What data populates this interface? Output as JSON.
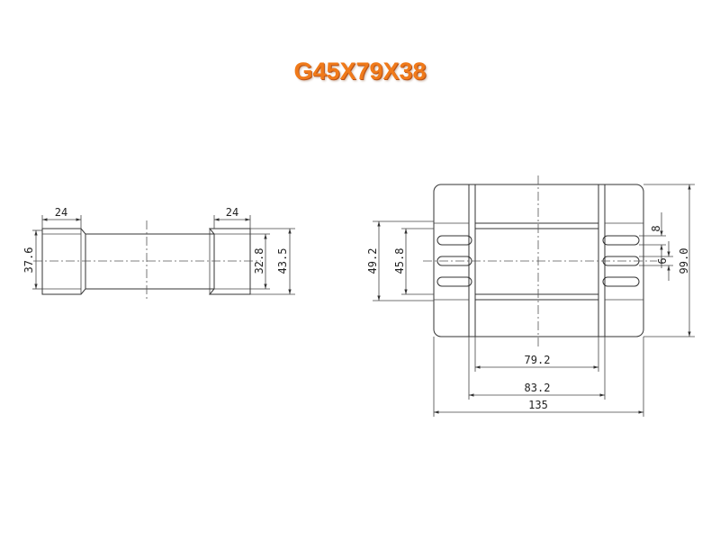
{
  "title": "G45X79X38",
  "colors": {
    "title": "#f07a1a",
    "line": "#333333",
    "background": "#ffffff"
  },
  "side_view": {
    "dims": {
      "width_left": "24",
      "width_right": "24",
      "height_outer": "37.6",
      "height_inner": "32.8",
      "height_total": "43.5"
    }
  },
  "front_view": {
    "dims": {
      "h_49": "49.2",
      "h_45": "45.8",
      "slot": "8",
      "gap": "6",
      "h_99": "99.0",
      "w_79": "79.2",
      "w_83": "83.2",
      "w_135": "135"
    }
  }
}
